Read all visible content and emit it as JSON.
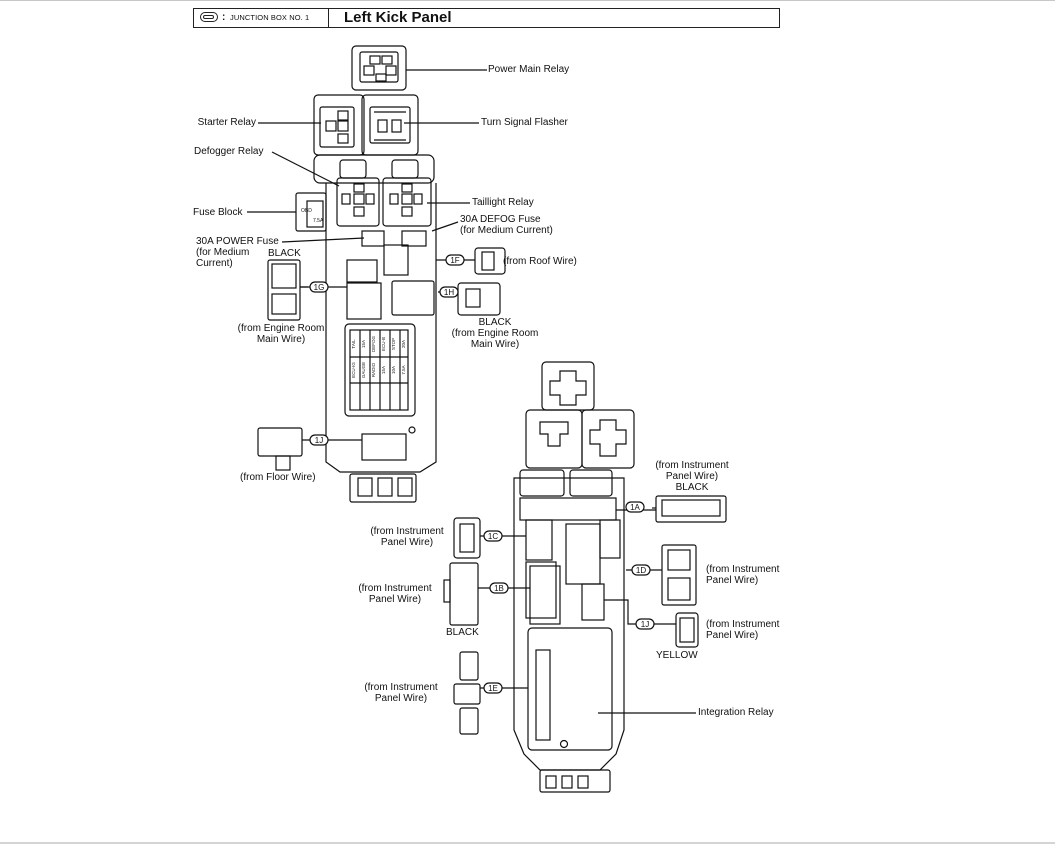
{
  "header": {
    "junction_box": "JUNCTION BOX NO. 1",
    "title": "Left Kick Panel"
  },
  "upper_panel": {
    "labels": {
      "power_main_relay": "Power Main Relay",
      "starter_relay": "Starter Relay",
      "turn_signal_flasher": "Turn Signal Flasher",
      "defogger_relay": "Defogger Relay",
      "taillight_relay": "Taillight Relay",
      "fuse_block": "Fuse Block",
      "defog_fuse": "30A DEFOG Fuse\n(for Medium Current)",
      "power_fuse": "30A POWER Fuse\n(for Medium\nCurrent)",
      "black_1g": "BLACK",
      "roof_wire": "(from Roof Wire)",
      "engine_room_left": "(from Engine Room\nMain Wire)",
      "engine_room_right": "BLACK\n(from Engine Room\nMain Wire)",
      "floor_wire": "(from Floor Wire)"
    },
    "connectors": {
      "c1G": "1G",
      "c1F": "1F",
      "c1H": "1H",
      "c1J": "1J"
    },
    "fuse_block_text": [
      "OBD",
      "7.5A"
    ],
    "fuses": [
      "TAIL",
      "15A",
      "DEFOG",
      "ECU-B",
      "STOP",
      "20A",
      "ECU-IG",
      "GAUGE",
      "RADIO",
      "15A",
      "10A",
      "7.5A"
    ]
  },
  "lower_panel": {
    "labels": {
      "ip_1A": "(from Instrument\nPanel Wire)\nBLACK",
      "ip_1C": "(from Instrument\nPanel Wire)",
      "ip_1B": "(from Instrument\nPanel Wire)",
      "black_1B": "BLACK",
      "ip_1D": "(from Instrument\nPanel Wire)",
      "ip_1J": "(from Instrument\nPanel Wire)",
      "yellow_1J": "YELLOW",
      "ip_1E": "(from Instrument\nPanel Wire)",
      "integration_relay": "Integration Relay"
    },
    "connectors": {
      "c1A": "1A",
      "c1C": "1C",
      "c1B": "1B",
      "c1D": "1D",
      "c1J": "1J",
      "c1E": "1E"
    }
  }
}
